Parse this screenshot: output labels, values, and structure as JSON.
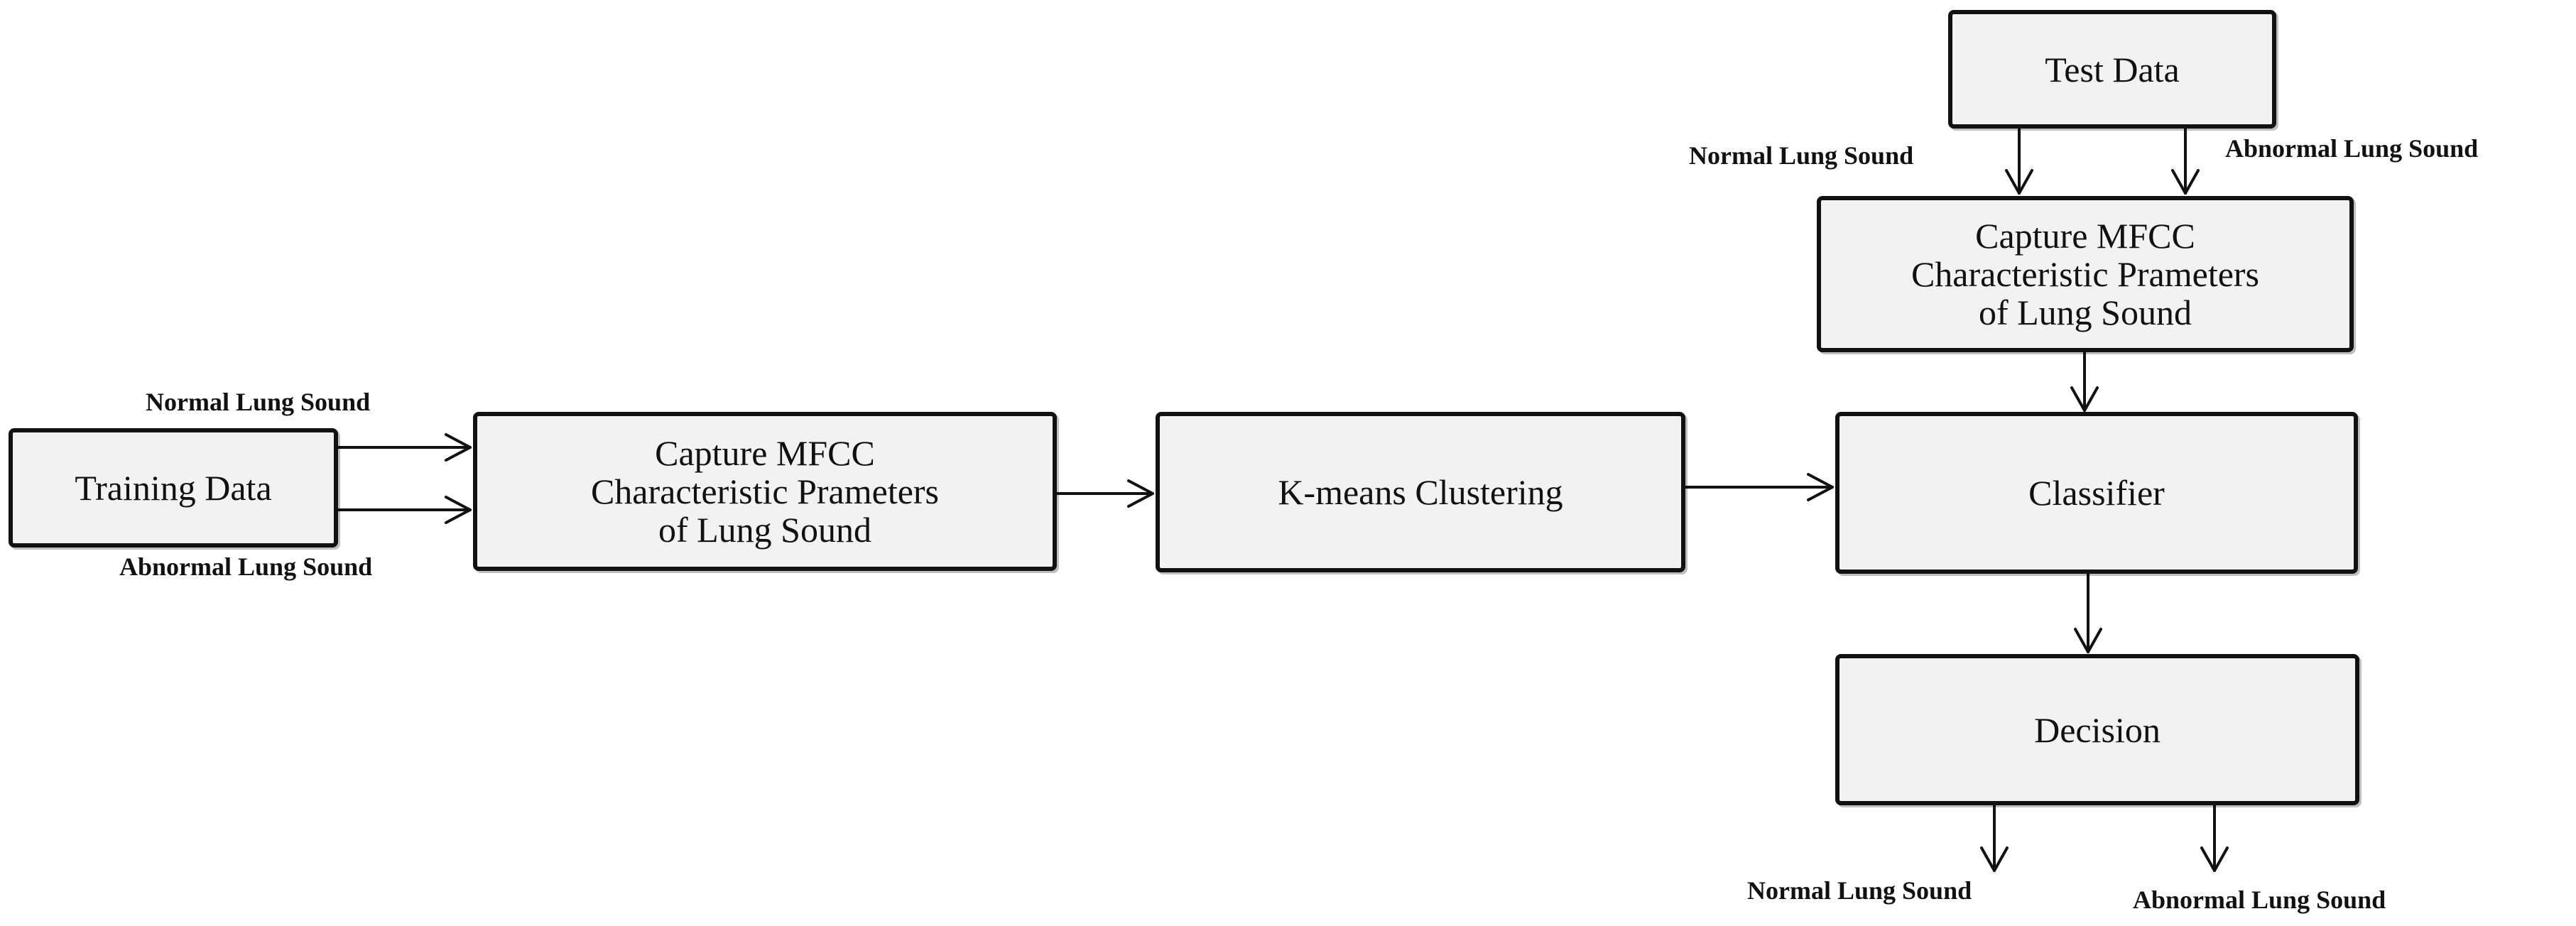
{
  "nodes": {
    "training_data": "Training Data",
    "capture_train": [
      "Capture MFCC",
      "Characteristic Prameters",
      "of Lung Sound"
    ],
    "kmeans": "K-means Clustering",
    "test_data": "Test Data",
    "capture_test": [
      "Capture MFCC",
      "Characteristic Prameters",
      "of Lung Sound"
    ],
    "classifier": "Classifier",
    "decision": "Decision"
  },
  "edge_labels": {
    "training_normal": "Normal Lung Sound",
    "training_abnormal": "Abnormal Lung Sound",
    "test_normal": "Normal Lung Sound",
    "test_abnormal": "Abnormal Lung Sound",
    "decision_normal": "Normal Lung Sound",
    "decision_abnormal": "Abnormal Lung Sound"
  }
}
